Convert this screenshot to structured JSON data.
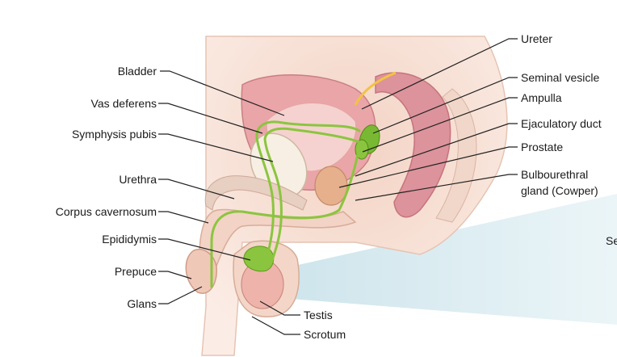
{
  "labels": {
    "bladder": "Bladder",
    "vas_deferens": "Vas deferens",
    "symphysis_pubis": "Symphysis pubis",
    "urethra": "Urethra",
    "corpus_cavernosum": "Corpus cavernosum",
    "epididymis": "Epididymis",
    "prepuce": "Prepuce",
    "glans": "Glans",
    "ureter": "Ureter",
    "seminal_vesicle": "Seminal vesicle",
    "ampulla": "Ampulla",
    "ejaculatory_duct": "Ejaculatory duct",
    "prostate": "Prostate",
    "bulbourethral_line1": "Bulbourethral",
    "bulbourethral_line2": "gland (Cowper)",
    "testis": "Testis",
    "scrotum": "Scrotum",
    "cut_off_text": "Se"
  },
  "colors": {
    "skin": "#f6dccf",
    "skin_outline": "#e0b9a6",
    "pelvis_bg": "#f9e6dc",
    "bladder": "#e8a3a6",
    "rectum": "#d98d94",
    "bone": "#f5ecdf",
    "duct_green": "#8bc53f",
    "gland_green": "#79b833",
    "blue_panel": "#d9ecf1",
    "leader_line": "#222222"
  }
}
